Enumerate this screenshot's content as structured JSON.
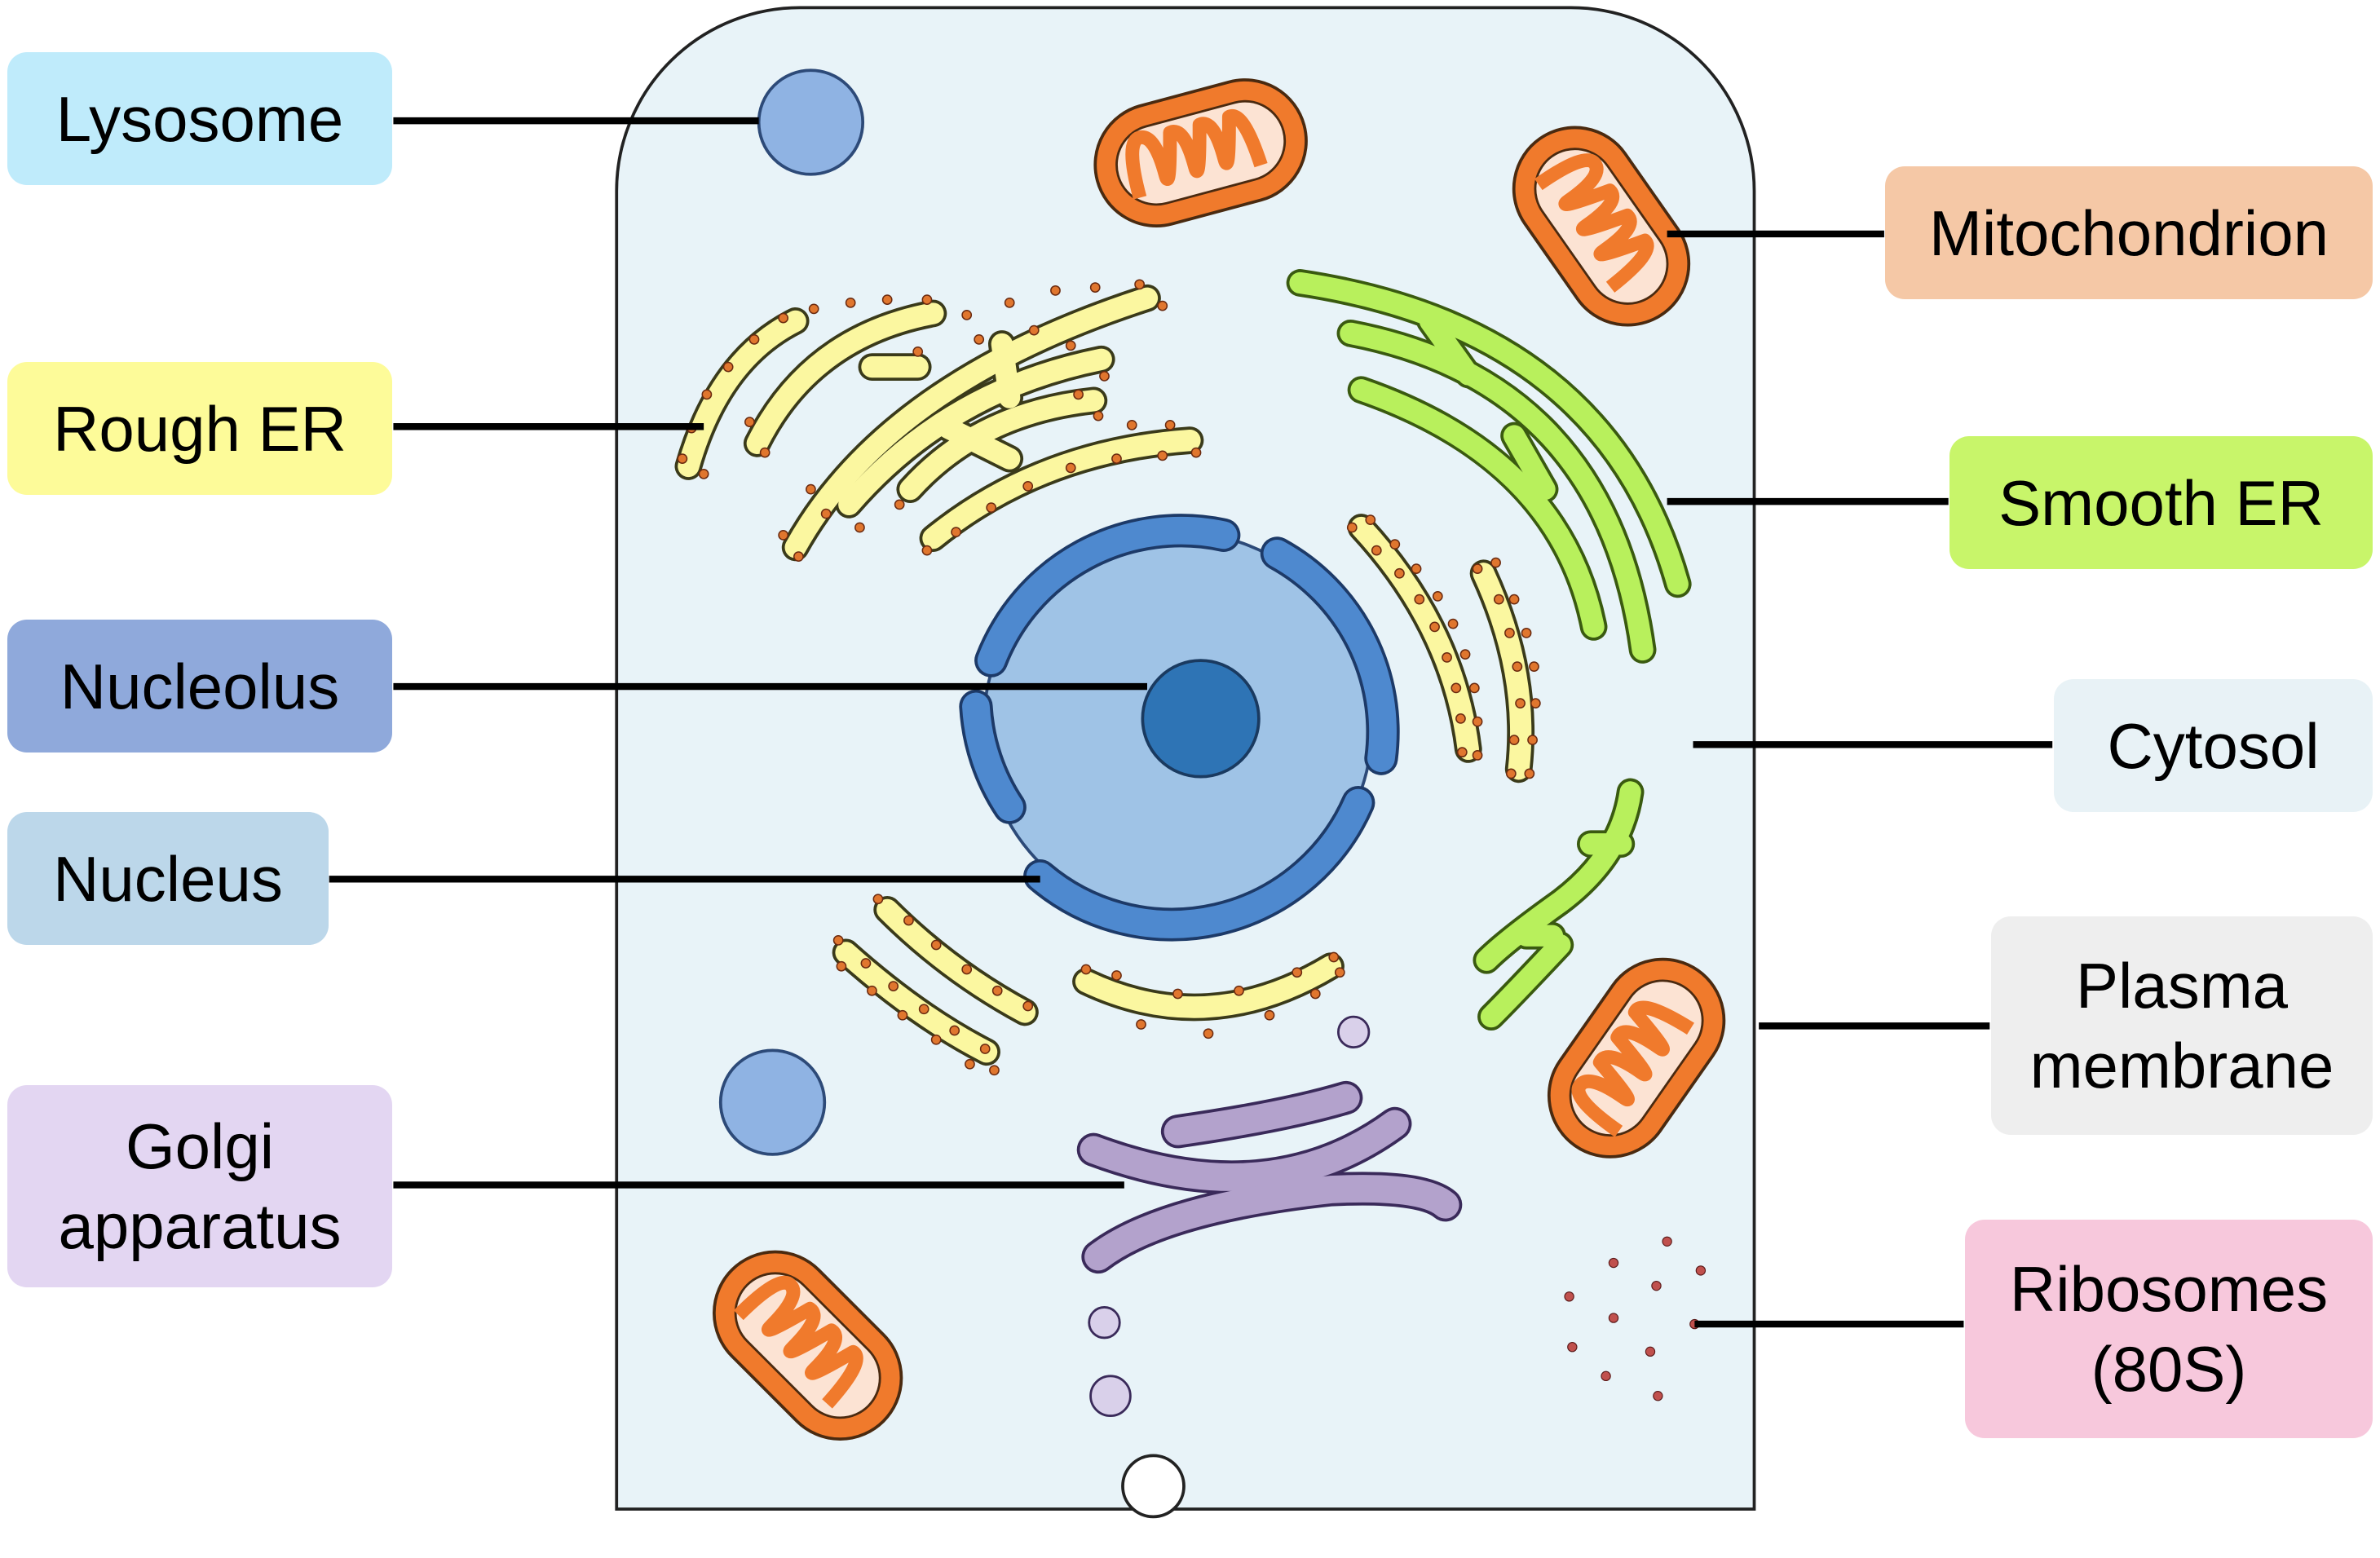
{
  "labels": {
    "lysosome": {
      "lines": [
        "Lysosome"
      ],
      "color": "#bfebfb"
    },
    "rough_er": {
      "lines": [
        "Rough ER"
      ],
      "color": "#fdfb99"
    },
    "nucleolus": {
      "lines": [
        "Nucleolus"
      ],
      "color": "#8fa9db"
    },
    "nucleus": {
      "lines": [
        "Nucleus"
      ],
      "color": "#bcd7ea"
    },
    "golgi": {
      "lines": [
        "Golgi",
        "apparatus"
      ],
      "color": "#e3d6f2"
    },
    "mitochondrion": {
      "lines": [
        "Mitochondrion"
      ],
      "color": "#f5c8a6"
    },
    "smooth_er": {
      "lines": [
        "Smooth ER"
      ],
      "color": "#c8f56a"
    },
    "cytosol": {
      "lines": [
        "Cytosol"
      ],
      "color": "#e8f2f6"
    },
    "plasma_membrane": {
      "lines": [
        "Plasma",
        "membrane"
      ],
      "color": "#eeeeee"
    },
    "ribosomes": {
      "lines": [
        "Ribosomes",
        "(80S)"
      ],
      "color": "#f7c8dc"
    }
  },
  "colors": {
    "cytoplasm": "#e8f3f8",
    "nucleus_fill": "#9fc3e6",
    "nuclear_envelope": "#4e89cf",
    "nucleolus_fill": "#2e74b5",
    "lysosome_fill": "#8fb3e3",
    "mito_outer": "#f07a2c",
    "mito_inner": "#fce3d3",
    "rough_er_fill": "#fbf7a0",
    "ribosome_dot": "#e0762e",
    "smooth_er_fill": "#b8f05c",
    "golgi_fill": "#b3a2cc",
    "vesicle_fill": "#d9d0ea"
  }
}
